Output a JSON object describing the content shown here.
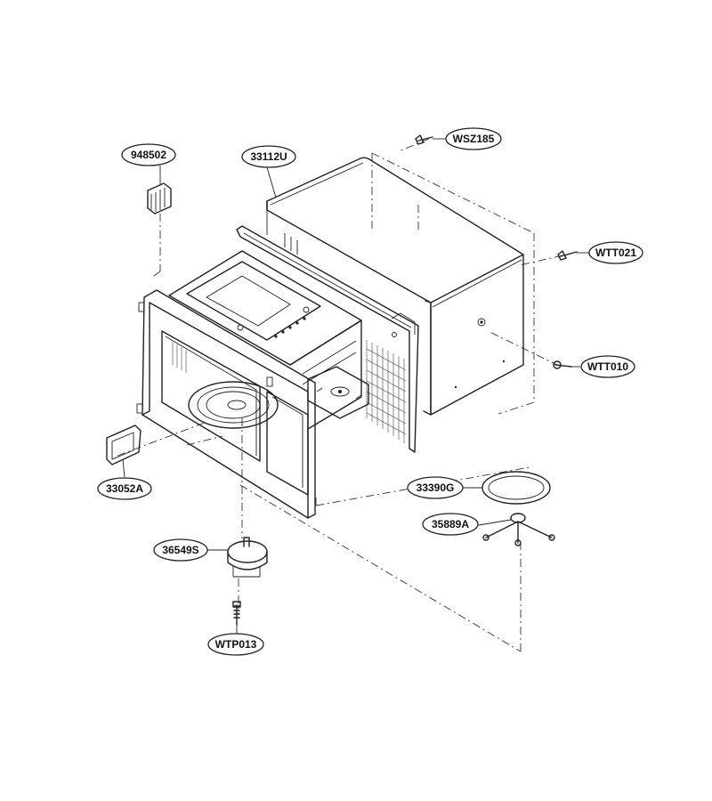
{
  "diagram": {
    "parts": [
      {
        "id": "948502",
        "label": "948502"
      },
      {
        "id": "33112U",
        "label": "33112U"
      },
      {
        "id": "WSZ185",
        "label": "WSZ185"
      },
      {
        "id": "WTT021",
        "label": "WTT021"
      },
      {
        "id": "WTT010",
        "label": "WTT010"
      },
      {
        "id": "33052A",
        "label": "33052A"
      },
      {
        "id": "33390G",
        "label": "33390G"
      },
      {
        "id": "35889A",
        "label": "35889A"
      },
      {
        "id": "36549S",
        "label": "36549S"
      },
      {
        "id": "WTP013",
        "label": "WTP013"
      }
    ]
  }
}
